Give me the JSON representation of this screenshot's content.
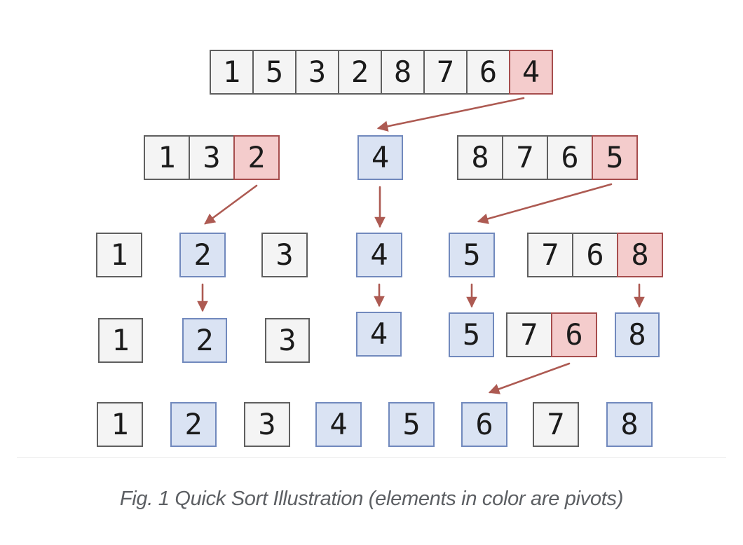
{
  "figure": {
    "caption": "Fig. 1 Quick Sort Illustration (elements in color are pivots)"
  },
  "colors": {
    "plain_fill": "#f4f4f4",
    "plain_border": "#5f5f5f",
    "pivot_fill": "#f4cccc",
    "pivot_border": "#a64d4d",
    "sorted_fill": "#dae3f3",
    "sorted_border": "#7189bd",
    "arrow": "#ad5a52",
    "divider": "#ebebeb",
    "digit": "#1b1b1b",
    "caption_text": "#5c5f63"
  },
  "levels": [
    {
      "name": "level-1-initial-array",
      "groups": [
        {
          "cells": [
            {
              "value": "1",
              "role": "plain"
            },
            {
              "value": "5",
              "role": "plain"
            },
            {
              "value": "3",
              "role": "plain"
            },
            {
              "value": "2",
              "role": "plain"
            },
            {
              "value": "8",
              "role": "plain"
            },
            {
              "value": "7",
              "role": "plain"
            },
            {
              "value": "6",
              "role": "plain"
            },
            {
              "value": "4",
              "role": "pivot"
            }
          ]
        }
      ]
    },
    {
      "name": "level-2-partitioned",
      "groups": [
        {
          "cells": [
            {
              "value": "1",
              "role": "plain"
            },
            {
              "value": "3",
              "role": "plain"
            },
            {
              "value": "2",
              "role": "pivot"
            }
          ]
        },
        {
          "cells": [
            {
              "value": "4",
              "role": "sorted"
            }
          ]
        },
        {
          "cells": [
            {
              "value": "8",
              "role": "plain"
            },
            {
              "value": "7",
              "role": "plain"
            },
            {
              "value": "6",
              "role": "plain"
            },
            {
              "value": "5",
              "role": "pivot"
            }
          ]
        }
      ]
    },
    {
      "name": "level-3-partitioned",
      "groups": [
        {
          "cells": [
            {
              "value": "1",
              "role": "plain"
            }
          ]
        },
        {
          "cells": [
            {
              "value": "2",
              "role": "sorted"
            }
          ]
        },
        {
          "cells": [
            {
              "value": "3",
              "role": "plain"
            }
          ]
        },
        {
          "cells": [
            {
              "value": "4",
              "role": "sorted"
            }
          ]
        },
        {
          "cells": [
            {
              "value": "5",
              "role": "sorted"
            }
          ]
        },
        {
          "cells": [
            {
              "value": "7",
              "role": "plain"
            },
            {
              "value": "6",
              "role": "plain"
            },
            {
              "value": "8",
              "role": "pivot"
            }
          ]
        }
      ]
    },
    {
      "name": "level-4-partitioned",
      "groups": [
        {
          "cells": [
            {
              "value": "1",
              "role": "plain"
            }
          ]
        },
        {
          "cells": [
            {
              "value": "2",
              "role": "sorted"
            }
          ]
        },
        {
          "cells": [
            {
              "value": "3",
              "role": "plain"
            }
          ]
        },
        {
          "cells": [
            {
              "value": "4",
              "role": "sorted"
            }
          ]
        },
        {
          "cells": [
            {
              "value": "5",
              "role": "sorted"
            }
          ]
        },
        {
          "cells": [
            {
              "value": "7",
              "role": "plain"
            },
            {
              "value": "6",
              "role": "pivot"
            }
          ]
        },
        {
          "cells": [
            {
              "value": "8",
              "role": "sorted"
            }
          ]
        }
      ]
    },
    {
      "name": "level-5-sorted-result",
      "groups": [
        {
          "cells": [
            {
              "value": "1",
              "role": "plain"
            }
          ]
        },
        {
          "cells": [
            {
              "value": "2",
              "role": "sorted"
            }
          ]
        },
        {
          "cells": [
            {
              "value": "3",
              "role": "plain"
            }
          ]
        },
        {
          "cells": [
            {
              "value": "4",
              "role": "sorted"
            }
          ]
        },
        {
          "cells": [
            {
              "value": "5",
              "role": "sorted"
            }
          ]
        },
        {
          "cells": [
            {
              "value": "6",
              "role": "sorted"
            }
          ]
        },
        {
          "cells": [
            {
              "value": "7",
              "role": "plain"
            }
          ]
        },
        {
          "cells": [
            {
              "value": "8",
              "role": "sorted"
            }
          ]
        }
      ]
    }
  ]
}
